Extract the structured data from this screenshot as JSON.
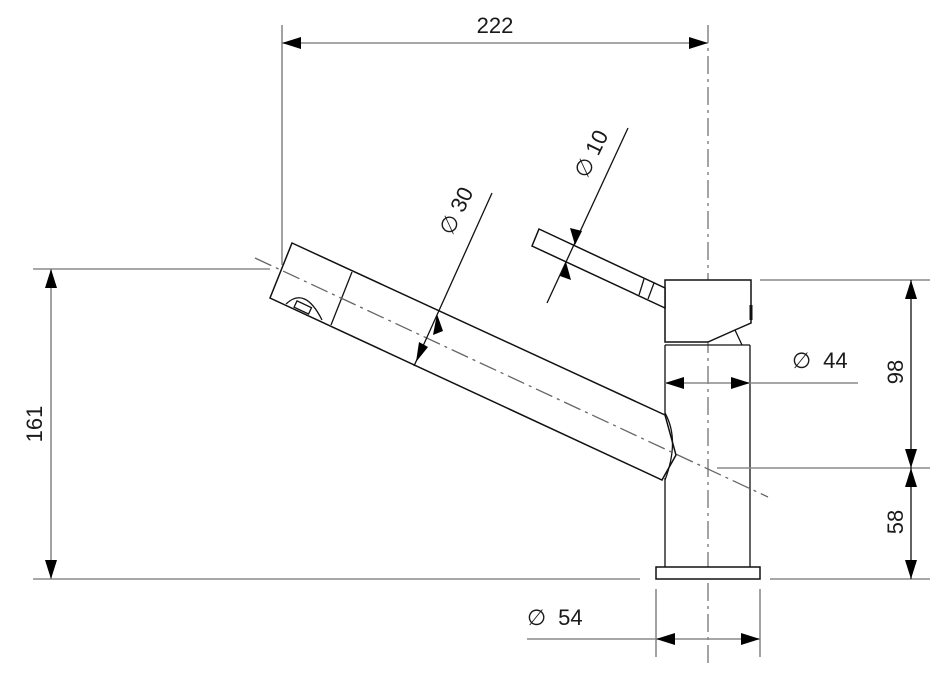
{
  "drawing": {
    "subject": "single-lever faucet side elevation",
    "line_color": "#111111",
    "dimension_line_color": "#8a8a8a",
    "background": "#ffffff"
  },
  "dimensions": {
    "overall_reach": {
      "label": "222",
      "orientation": "horizontal"
    },
    "overall_height": {
      "label": "161",
      "orientation": "vertical"
    },
    "body_upper_height": {
      "label": "98",
      "orientation": "vertical"
    },
    "body_lower_height": {
      "label": "58",
      "orientation": "vertical"
    },
    "spout_diameter": {
      "symbol": "∅",
      "value": "30",
      "orientation": "angled"
    },
    "lever_diameter": {
      "symbol": "∅",
      "value": "10",
      "orientation": "angled"
    },
    "body_diameter": {
      "symbol": "∅",
      "value": "44",
      "orientation": "horizontal"
    },
    "base_diameter": {
      "symbol": "∅",
      "value": "54",
      "orientation": "horizontal"
    }
  }
}
